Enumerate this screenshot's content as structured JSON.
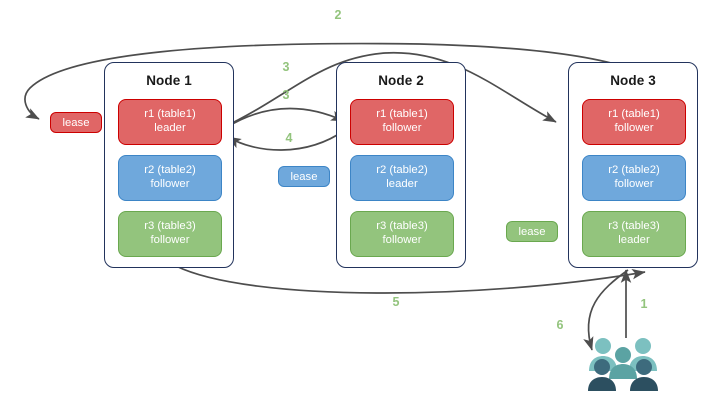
{
  "diagram": {
    "title": "Distributed range lease / raft replication diagram",
    "background": "#ffffff"
  },
  "palette": {
    "red_fill": "#e06666",
    "red_stroke": "#cc0000",
    "blue_fill": "#6fa8dc",
    "blue_stroke": "#3d85c6",
    "green_fill": "#93c47d",
    "green_stroke": "#6aa84f",
    "node_border": "#22335c",
    "arrow": "#4d4d4d",
    "step_label": "#93c47d",
    "users_light": "#7cc0c0",
    "users_mid": "#5ba3a3",
    "users_dark": "#3d6b7d",
    "users_darkest": "#2c4f60"
  },
  "nodes": [
    {
      "id": "node1",
      "title": "Node 1",
      "replicas": [
        {
          "name": "r1 (table1)",
          "role": "leader",
          "color": "red"
        },
        {
          "name": "r2 (table2)",
          "role": "follower",
          "color": "blue"
        },
        {
          "name": "r3 (table3)",
          "role": "follower",
          "color": "green"
        }
      ]
    },
    {
      "id": "node2",
      "title": "Node 2",
      "replicas": [
        {
          "name": "r1 (table1)",
          "role": "follower",
          "color": "red"
        },
        {
          "name": "r2 (table2)",
          "role": "leader",
          "color": "blue"
        },
        {
          "name": "r3 (table3)",
          "role": "follower",
          "color": "green"
        }
      ]
    },
    {
      "id": "node3",
      "title": "Node 3",
      "replicas": [
        {
          "name": "r1 (table1)",
          "role": "follower",
          "color": "red"
        },
        {
          "name": "r2 (table2)",
          "role": "follower",
          "color": "blue"
        },
        {
          "name": "r3 (table3)",
          "role": "leader",
          "color": "green"
        }
      ]
    }
  ],
  "leases": [
    {
      "id": "lease-table1",
      "label": "lease",
      "color": "red"
    },
    {
      "id": "lease-table2",
      "label": "lease",
      "color": "blue"
    },
    {
      "id": "lease-table3",
      "label": "lease",
      "color": "green"
    }
  ],
  "steps": [
    {
      "id": "step-1",
      "label": "1"
    },
    {
      "id": "step-2",
      "label": "2"
    },
    {
      "id": "step-3a",
      "label": "3"
    },
    {
      "id": "step-3b",
      "label": "3"
    },
    {
      "id": "step-4",
      "label": "4"
    },
    {
      "id": "step-5",
      "label": "5"
    },
    {
      "id": "step-6",
      "label": "6"
    }
  ],
  "icons": {
    "users": "users-icon"
  }
}
